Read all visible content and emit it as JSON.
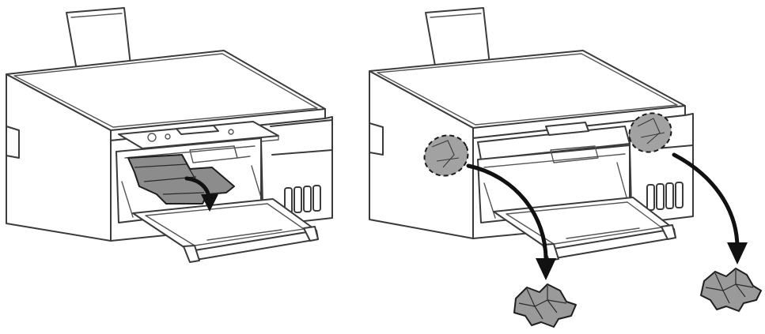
{
  "figure": {
    "panels": [
      {
        "id": "panel-left",
        "action": "pull-jammed-paper-out-of-front-output"
      },
      {
        "id": "panel-right",
        "action": "remove-torn-paper-pieces-from-inside"
      }
    ],
    "icons": [
      "printer-icon",
      "jammed-paper-icon",
      "crumpled-paper-icon",
      "arrow-icon"
    ],
    "colors": {
      "outline": "#3b3b3b",
      "paper": "#8c8c8c",
      "arrow": "#111111",
      "background": "#ffffff"
    }
  }
}
